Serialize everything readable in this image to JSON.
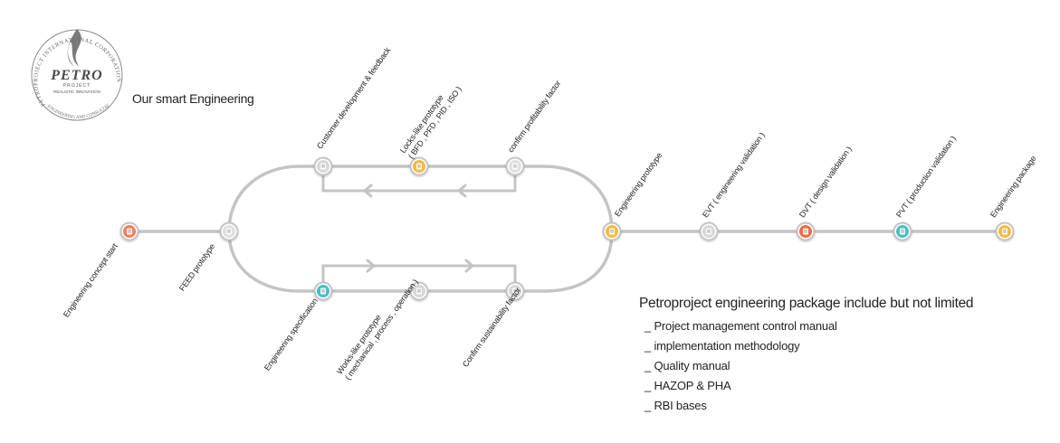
{
  "tagline": "Our smart Engineering",
  "logo": {
    "brand": "PETRO",
    "sub1": "PROJECT",
    "sub2": "REALISTIC INNOVATION",
    "ring_text": "PETROPROJECT INTERNATIONAL CORPORATION",
    "ring_bottom": "ENGINEERING AND CONSULTATION"
  },
  "nodes": {
    "start": {
      "label": "Engineering concept start",
      "icon": "location-pin-icon",
      "color": "#f07f5e"
    },
    "feed": {
      "label": "FEED prototype",
      "icon": "note-icon",
      "color": "#e0e0e0"
    },
    "customer": {
      "label": "Customer development & feedback",
      "icon": "chart-board-icon",
      "color": "#d8d8d8"
    },
    "looks": {
      "label": "Locks-like prototype",
      "label2": "( BFD , PFD , PID , ISO )",
      "icon": "people-icon",
      "color": "#f6bc3c"
    },
    "profit": {
      "label": "confirm profitability factor",
      "icon": "handshake-icon",
      "color": "#e0e0e0"
    },
    "spec": {
      "label": "Engineering specification",
      "icon": "clipboard-icon",
      "color": "#49bfc6"
    },
    "works": {
      "label": "Works-like prototype",
      "label2": "( mechanical , process , operation )",
      "icon": "gear-icon",
      "color": "#d8d8d8"
    },
    "sustain": {
      "label": "Confirm sustainability factor",
      "icon": "chart-board-icon",
      "color": "#d8d8d8"
    },
    "proto": {
      "label": "Engineering prototype",
      "icon": "monitor-gear-icon",
      "color": "#f6bc3c"
    },
    "evt": {
      "label": "EVT ( engineering validation )",
      "icon": "tools-icon",
      "color": "#d8d8d8"
    },
    "dvt": {
      "label": "DVT ( design validation )",
      "icon": "document-icon",
      "color": "#ef6c43"
    },
    "pvt": {
      "label": "PVT ( production validation )",
      "icon": "clipboard-check-icon",
      "color": "#49bfc6"
    },
    "package": {
      "label": "Engineering package",
      "icon": "package-doc-icon",
      "color": "#f6bc3c"
    }
  },
  "package": {
    "title": "Petroproject engineering package include but not limited",
    "items": [
      "_ Project management control manual",
      "_ implementation methodology",
      "_ Quality manual",
      "_ HAZOP & PHA",
      "_ RBI bases"
    ]
  }
}
